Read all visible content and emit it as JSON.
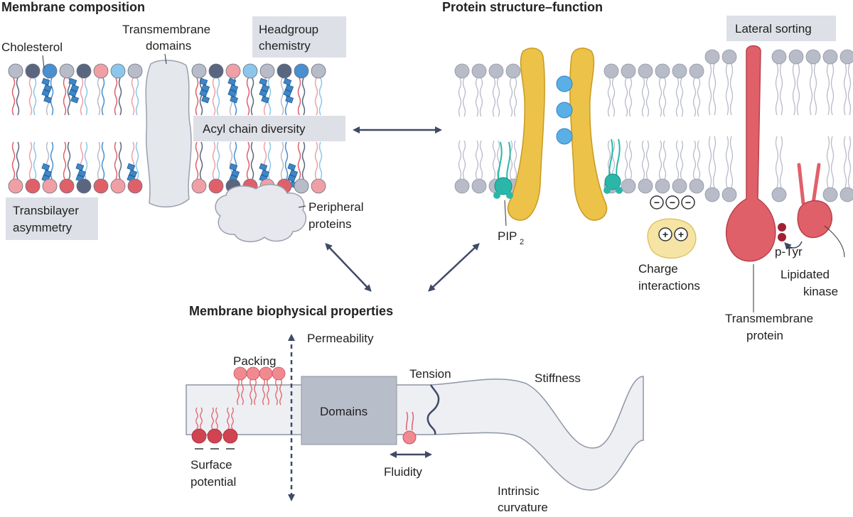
{
  "panels": {
    "composition": {
      "title": "Membrane composition",
      "labels": {
        "cholesterol": "Cholesterol",
        "transmembrane_l1": "Transmembrane",
        "transmembrane_l2": "domains",
        "headgroup_l1": "Headgroup",
        "headgroup_l2": "chemistry",
        "acyl": "Acyl chain diversity",
        "transbilayer_l1": "Transbilayer",
        "transbilayer_l2": "asymmetry",
        "peripheral_l1": "Peripheral",
        "peripheral_l2": "proteins"
      }
    },
    "protein": {
      "title": "Protein structure–function",
      "labels": {
        "lateral": "Lateral sorting",
        "pip": "PIP",
        "pip_sub": "2",
        "charge_l1": "Charge",
        "charge_l2": "interactions",
        "ptyr": "p-Tyr",
        "lipidated_l1": "Lipidated",
        "lipidated_l2": "kinase",
        "tmprotein_l1": "Transmembrane",
        "tmprotein_l2": "protein",
        "minus": "−",
        "plus": "+"
      }
    },
    "biophysical": {
      "title": "Membrane biophysical properties",
      "labels": {
        "permeability": "Permeability",
        "packing": "Packing",
        "domains": "Domains",
        "tension": "Tension",
        "stiffness": "Stiffness",
        "surface_l1": "Surface",
        "surface_l2": "potential",
        "fluidity": "Fluidity",
        "curvature_l1": "Intrinsic",
        "curvature_l2": "curvature"
      }
    }
  },
  "colors": {
    "red": "#e0606a",
    "pink": "#f0a0a5",
    "blue": "#4a8fd0",
    "lightblue": "#8cc7ea",
    "navy": "#5a6680",
    "grey": "#b8bcc8",
    "yellow": "#edc248",
    "teal": "#2ab7a9",
    "label_box": "#dde0e6",
    "arrow": "#3e4a66"
  }
}
